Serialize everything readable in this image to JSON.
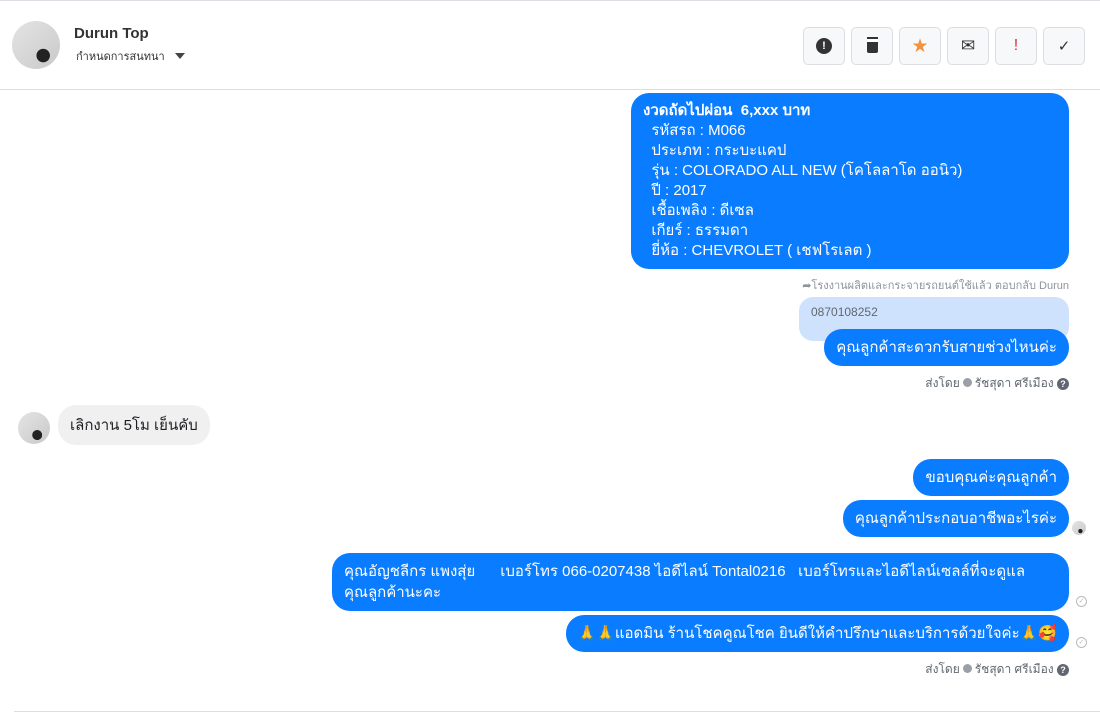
{
  "header": {
    "name": "Durun Top",
    "subtitle": "กำหนดการสนทนา"
  },
  "actions": [
    {
      "icon": "exclamation-circle-icon",
      "glyph": "❗"
    },
    {
      "icon": "trash-icon",
      "glyph": "🗑"
    },
    {
      "icon": "star-icon",
      "glyph": "★"
    },
    {
      "icon": "envelope-icon",
      "glyph": "✉"
    },
    {
      "icon": "important-icon",
      "glyph": "!"
    },
    {
      "icon": "check-icon",
      "glyph": "✓"
    }
  ],
  "messages": {
    "car_lines": [
      "งวดถัดไปผ่อน  6,xxx บาท",
      "  รหัสรถ : M066",
      "  ประเภท : กระบะแคป",
      "  รุ่น : COLORADO ALL NEW (โคโลลาโด ออนิว)",
      "  ปี : 2017",
      "  เชื้อเพลิง : ดีเซล",
      "  เกียร์ : ธรรมดา",
      "  ยี่ห้อ : CHEVROLET ( เชฟโรเลต )"
    ],
    "reply_note": "โรงงานผลิตและกระจายรถยนต์ใช้แล้ว ตอบกลับ Durun",
    "quoted": "0870108252",
    "m1": "คุณลูกค้าสะดวกรับสายช่วงไหนค่ะ",
    "sent_by_1": "ส่งโดย",
    "agent_1": "รัชสุดา ศรีเมือง",
    "incoming": "เลิกงาน 5โม เย็นคับ",
    "m2": "ขอบคุณค่ะคุณลูกค้า",
    "m3": "คุณลูกค้าประกอบอาชีพอะไรค่ะ",
    "m4_l1": "คุณอัญชลีกร แพงสุ่ย      เบอร์โทร 066-0207438 ไอดีไลน์ Tontal0216   เบอร์โทรและไอดีไลน์เซลล์ที่จะดูแล",
    "m4_l2": "คุณลูกค้านะคะ",
    "m5": "🙏🙏แอดมิน ร้านโชคคูณโชค ยินดีให้คำปรึกษาและบริการด้วยใจค่ะ🙏🥰",
    "sent_by_2": "ส่งโดย",
    "agent_2": "รัชสุดา ศรีเมือง"
  },
  "colors": {
    "bubble": "#0a7cff",
    "quoted": "#cfe2fd",
    "star": "#f5923e",
    "important": "#e0322b"
  }
}
